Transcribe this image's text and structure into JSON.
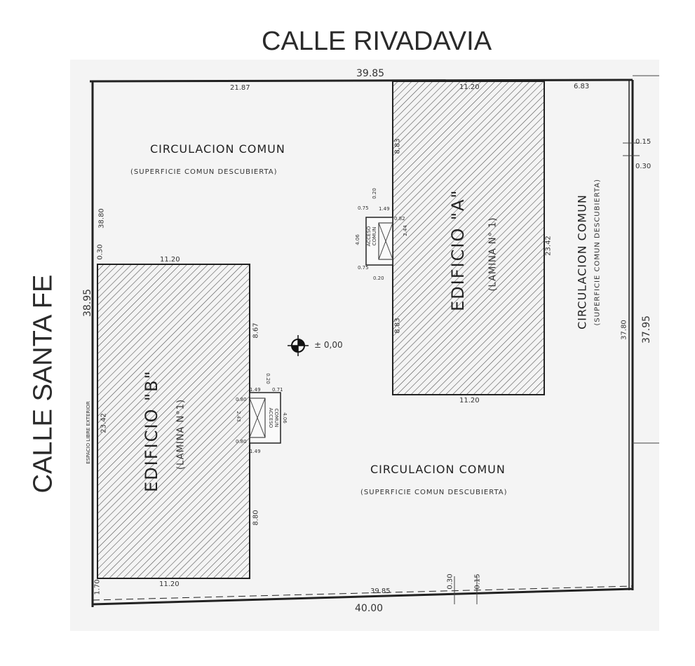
{
  "streets": {
    "top": "CALLE RIVADAVIA",
    "left": "CALLE SANTA FE"
  },
  "dimensions": {
    "top_total": "39.85",
    "top_left": "21.87",
    "top_bldg_a": "11.20",
    "top_right": "6.83",
    "right_outer": "37.95",
    "right_inner": "37.80",
    "right_small_1": "0.15",
    "right_small_2": "0.30",
    "left_total": "38.95",
    "left_inner": "38.80",
    "left_small": "0.30",
    "bottom_total": "40.00",
    "bottom_inner": "39.85",
    "bottom_small_1": "0.30",
    "bottom_small_2": "0.15",
    "bottom_left_small": "1.70",
    "bldg_a_top_gap": "8.83",
    "bldg_a_depth": "23.42",
    "bldg_a_mid": "8.83",
    "bldg_a_bottom_width": "11.20",
    "bldg_b_top_width": "11.20",
    "bldg_b_depth": "23.42",
    "bldg_b_upper": "8.67",
    "bldg_b_lower": "8.80",
    "bldg_b_bottom_width": "11.20",
    "left_strip": "ESPACIO LIBRE EXTERIOR"
  },
  "access_a": {
    "label_1": "ACCESO",
    "label_2": "COMUN",
    "d1": "0.75",
    "d2": "1.49",
    "d3": "4.06",
    "d4": "0.20",
    "d5": "0.82",
    "d6": "2.44",
    "d7": "0.20",
    "d8": "0.75"
  },
  "access_b": {
    "label_1": "ACCESO",
    "label_2": "COMUN",
    "d1": "1.49",
    "d2": "0.71",
    "d3": "0.80",
    "d4": "2.43",
    "d5": "4.06",
    "d6": "0.20",
    "d7": "0.80",
    "d8": "1.49"
  },
  "zones": {
    "circ_top": "CIRCULACION COMUN",
    "circ_top_sub": "(SUPERFICIE COMUN DESCUBIERTA)",
    "circ_right": "CIRCULACION COMUN",
    "circ_right_sub": "(SUPERFICIE COMUN DESCUBIERTA)",
    "circ_bottom": "CIRCULACION COMUN",
    "circ_bottom_sub": "(SUPERFICIE COMUN DESCUBIERTA)"
  },
  "buildings": {
    "a_name": "EDIFICIO \"A\"",
    "a_sub": "(LAMINA N° 1)",
    "b_name": "EDIFICIO \"B\"",
    "b_sub": "(LAMINA N°1)"
  },
  "level_mark": "± 0,00"
}
